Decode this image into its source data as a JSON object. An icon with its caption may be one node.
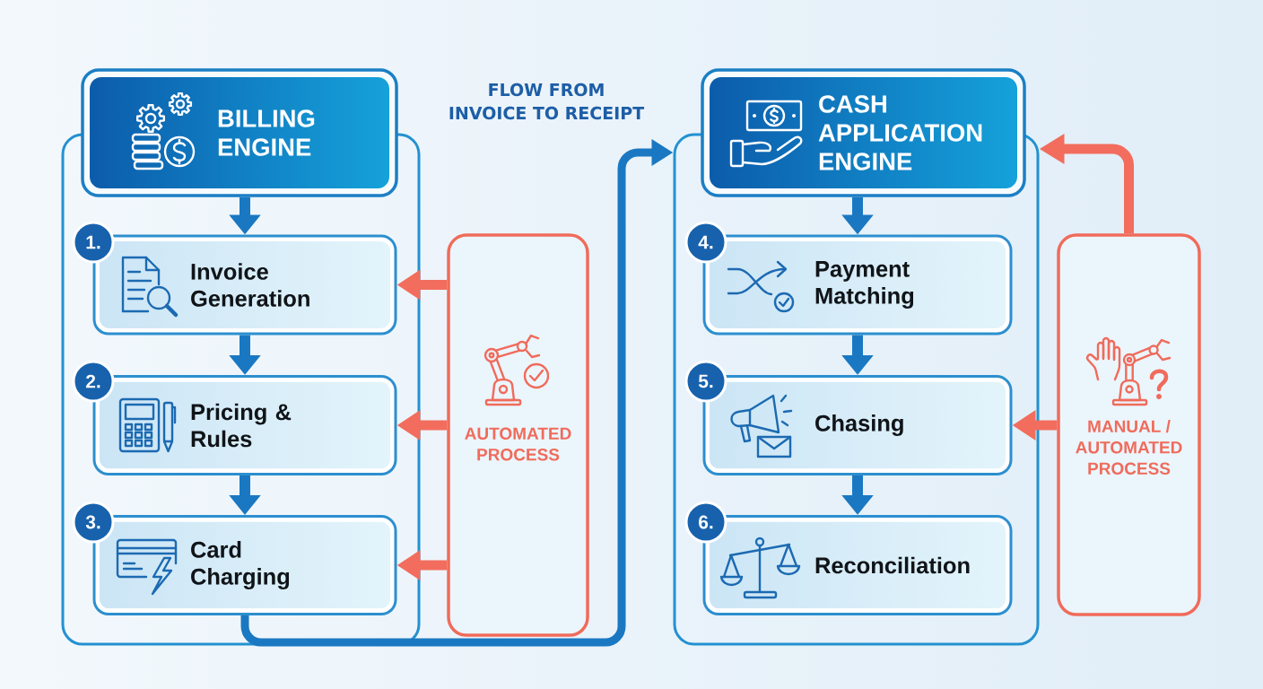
{
  "diagram": {
    "nodes": [
      {
        "text": [
          "BILLING ENGINE"
        ]
      },
      {
        "text": [],
        "shape": "box"
      },
      {
        "text": [
          "1."
        ],
        "in": 1
      },
      {
        "text": [
          "Invoice Generation"
        ],
        "in": 1
      },
      {
        "text": [
          "2."
        ],
        "in": 1
      },
      {
        "text": [
          "Pricing & Rules"
        ],
        "in": 1
      },
      {
        "text": [
          "3."
        ],
        "in": 1
      },
      {
        "text": [
          "Card Charging"
        ],
        "in": 1
      },
      {
        "text": [
          "AUTOMATED PROCESS"
        ]
      },
      {
        "text": [
          "CASH APPLICATION ENGINE"
        ]
      },
      {
        "text": [],
        "shape": "box"
      },
      {
        "text": [
          "4."
        ],
        "in": 10
      },
      {
        "text": [
          "Payment Matching"
        ],
        "in": 10
      },
      {
        "text": [
          "5."
        ],
        "in": 10
      },
      {
        "text": [
          "Chasing"
        ],
        "in": 10
      },
      {
        "text": [
          "6."
        ],
        "in": 10
      },
      {
        "text": [
          "Reconciliation"
        ],
        "in": 10
      },
      {
        "text": [
          "MANUAL / AUTOMATED PROCESS"
        ]
      }
    ],
    "edges": [
      {
        "from": 0,
        "to": 3,
        "arrow": "to"
      },
      {
        "from": 3,
        "to": 5,
        "arrow": "to"
      },
      {
        "from": 5,
        "to": 7,
        "arrow": "to"
      },
      {
        "from": 7,
        "to": 10,
        "arrow": "to",
        "label": "FLOW FROM INVOICE TO RECEIPT"
      },
      {
        "from": 8,
        "to": 3,
        "arrow": "to",
        "color": "#f26d5d"
      },
      {
        "from": 8,
        "to": 5,
        "arrow": "to",
        "color": "#f26d5d"
      },
      {
        "from": 8,
        "to": 7,
        "arrow": "to",
        "color": "#f26d5d"
      },
      {
        "from": 9,
        "to": 12,
        "arrow": "to"
      },
      {
        "from": 12,
        "to": 14,
        "arrow": "to"
      },
      {
        "from": 14,
        "to": 16,
        "arrow": "to"
      },
      {
        "from": 17,
        "to": 14,
        "arrow": "to",
        "color": "#f26d5d"
      },
      {
        "from": 17,
        "to": 10,
        "arrow": "to",
        "color": "#f26d5d"
      }
    ]
  }
}
